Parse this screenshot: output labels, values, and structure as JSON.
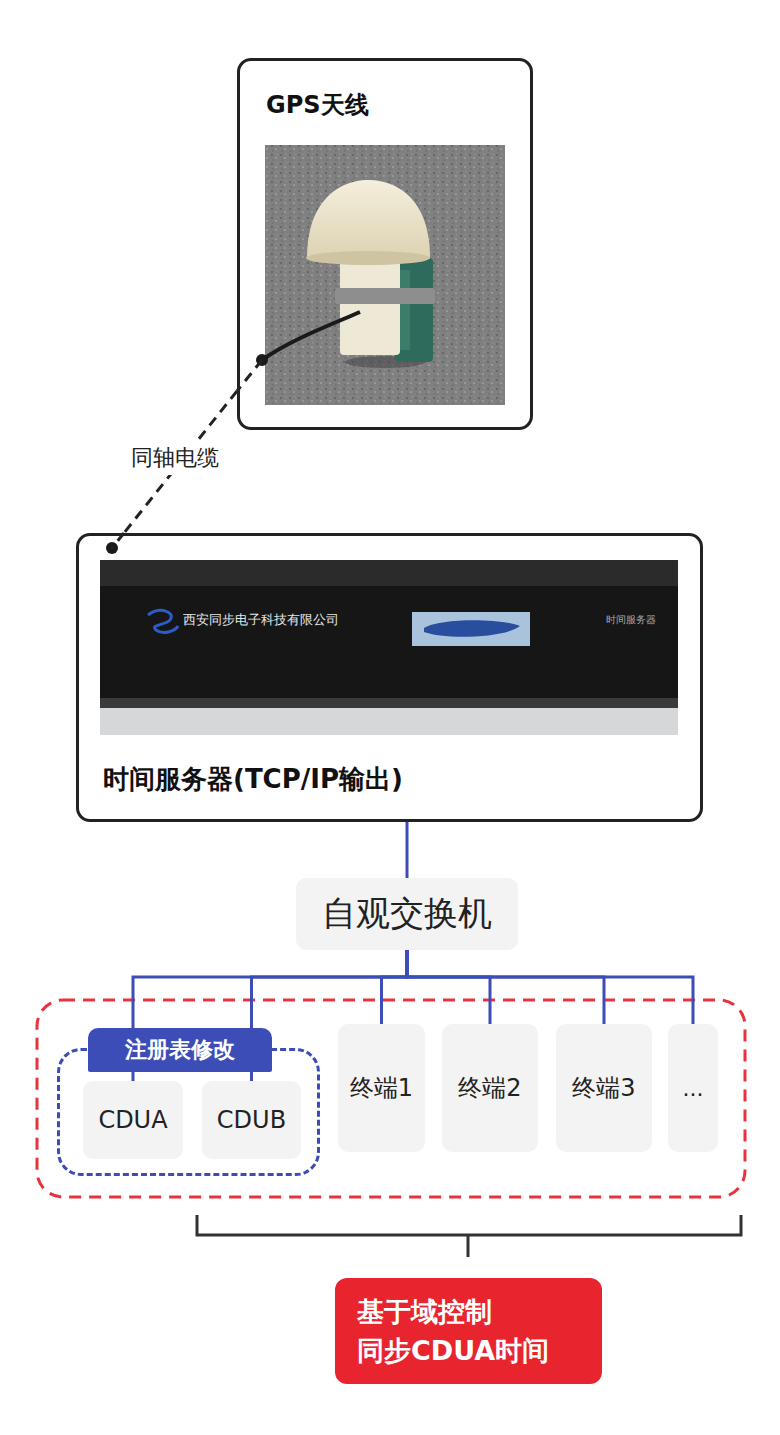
{
  "diagram": {
    "nodes": [
      {
        "text": [
          "GPS天线"
        ]
      },
      {
        "text": [
          "时间服务器(TCP/IP输出)"
        ]
      },
      {
        "text": [
          "自观交换机"
        ]
      },
      {
        "text": [
          "注册表修改"
        ]
      },
      {
        "text": [
          "CDUA"
        ],
        "in": 3
      },
      {
        "text": [
          "CDUB"
        ],
        "in": 3
      },
      {
        "text": [
          "终端1"
        ]
      },
      {
        "text": [
          "终端2"
        ]
      },
      {
        "text": [
          "终端3"
        ]
      },
      {
        "text": [
          "..."
        ]
      },
      {
        "text": [
          "基于域控制 同步CDUA时间"
        ]
      }
    ],
    "edges": [
      {
        "from": 0,
        "to": 1,
        "label": "同轴电缆",
        "arrow": "none"
      },
      {
        "from": 1,
        "to": 2,
        "arrow": "none"
      },
      {
        "from": 2,
        "to": 4,
        "arrow": "none"
      },
      {
        "from": 2,
        "to": 5,
        "arrow": "none"
      },
      {
        "from": 2,
        "to": 6,
        "arrow": "none"
      },
      {
        "from": 2,
        "to": 7,
        "arrow": "none"
      },
      {
        "from": 2,
        "to": 8,
        "arrow": "none"
      },
      {
        "from": 2,
        "to": 9,
        "arrow": "none"
      }
    ],
    "labels": [
      "西安同步电子科技有限公司",
      "时间服务器"
    ]
  }
}
